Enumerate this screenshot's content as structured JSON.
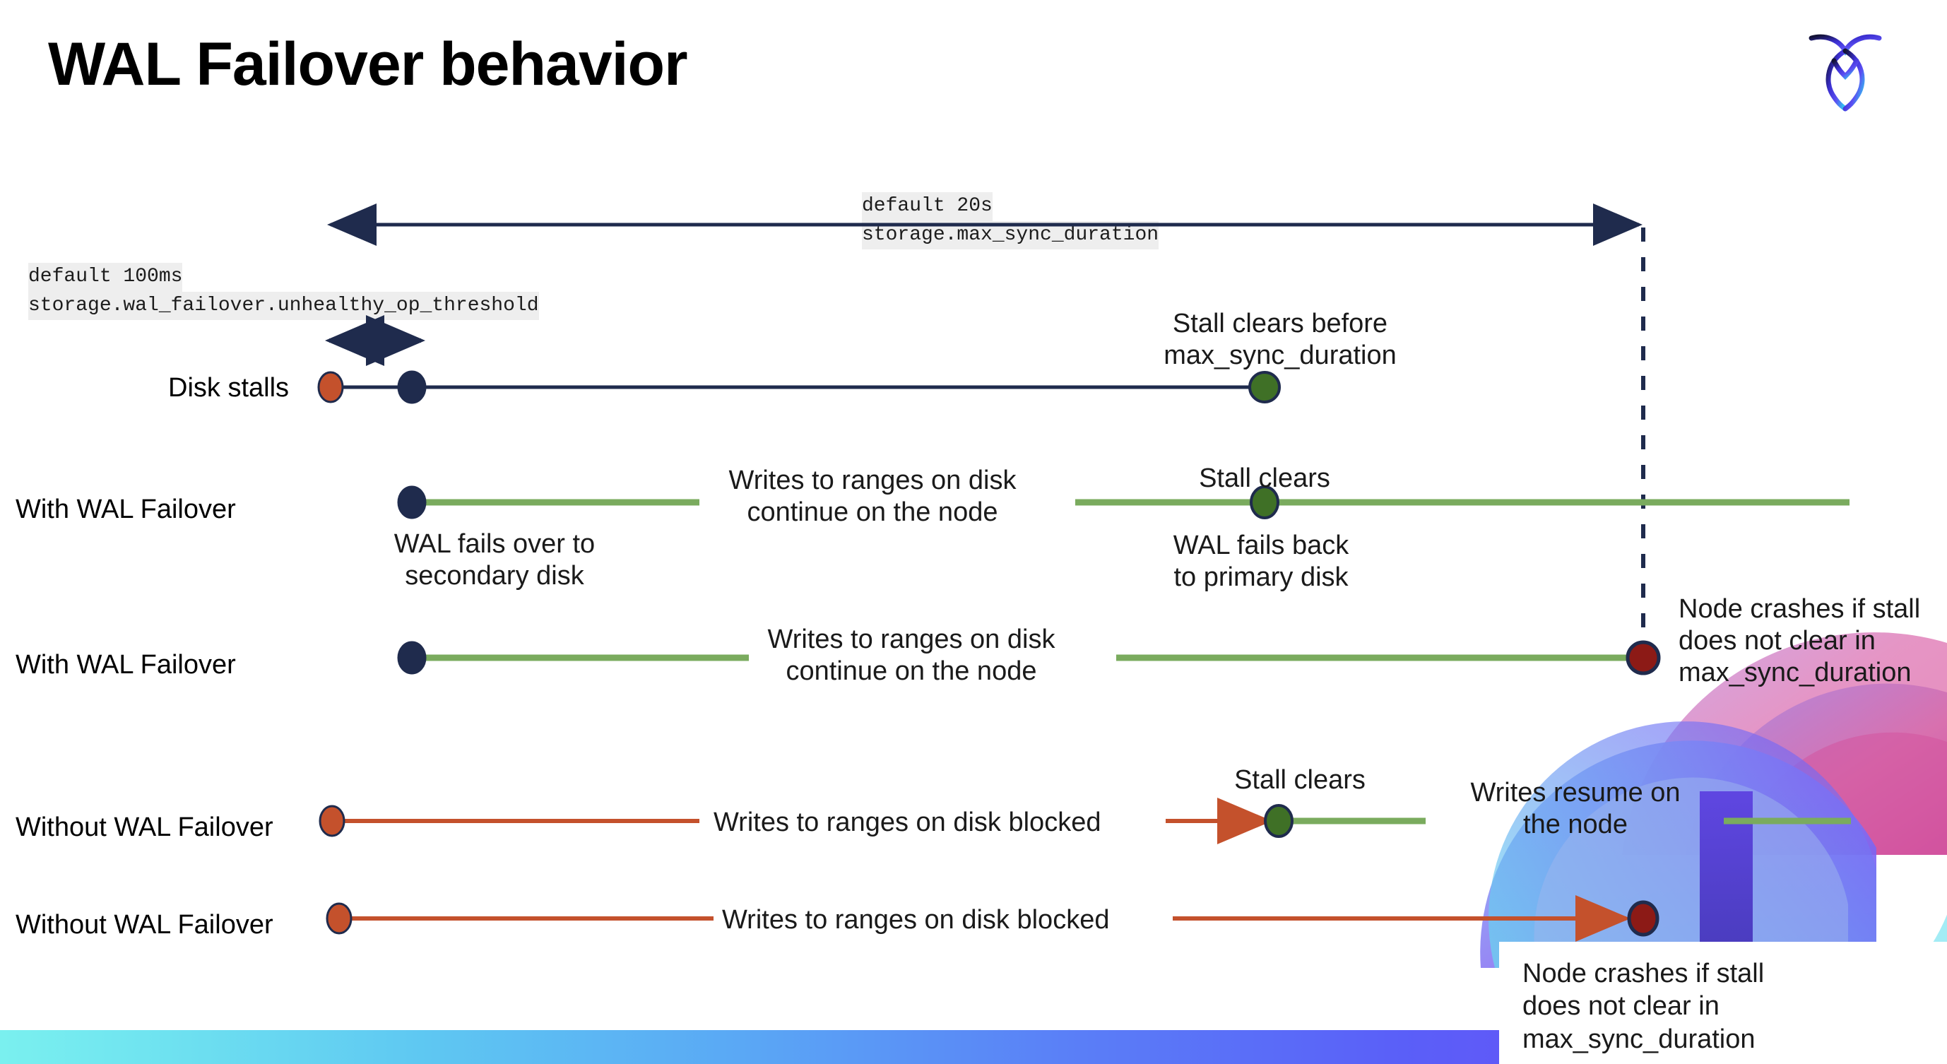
{
  "slide": {
    "title": "WAL Failover behavior",
    "logo_name": "cockroachdb-logo"
  },
  "settings": {
    "unhealthy_op_threshold": {
      "default_label": "default 100ms",
      "setting_name": "storage.wal_failover.unhealthy_op_threshold"
    },
    "max_sync_duration": {
      "default_label": "default 20s",
      "setting_name": "storage.max_sync_duration"
    }
  },
  "rows": {
    "disk_stalls": {
      "label": "Disk stalls",
      "note": "Stall clears before\nmax_sync_duration",
      "note_line1": "Stall clears before",
      "note_line2": "max_sync_duration"
    },
    "with_failover_clears": {
      "label": "With WAL Failover",
      "note_failover_line1": "WAL fails over to",
      "note_failover_line2": "secondary disk",
      "note_writes_line1": "Writes to ranges on disk",
      "note_writes_line2": "continue on the node",
      "note_stall_clears": "Stall clears",
      "note_failback_line1": "WAL fails  back",
      "note_failback_line2": "to primary disk"
    },
    "with_failover_crash": {
      "label": "With WAL Failover",
      "note_writes_line1": "Writes to ranges on disk",
      "note_writes_line2": "continue on the node",
      "note_crash_line1": "Node crashes if stall",
      "note_crash_line2": "does not clear in",
      "note_crash_line3": "max_sync_duration"
    },
    "without_failover_clears": {
      "label": "Without WAL Failover",
      "note_blocked": "Writes to ranges on disk  blocked",
      "note_stall_clears": "Stall clears",
      "note_resume_line1": "Writes resume on",
      "note_resume_line2": "the node"
    },
    "without_failover_crash": {
      "label": "Without WAL Failover",
      "note_blocked": "Writes to ranges on disk  blocked",
      "note_crash_line1": "Node crashes if stall",
      "note_crash_line2": "does not clear in",
      "note_crash_line3": "max_sync_duration"
    }
  },
  "colors": {
    "navy": "#1f2b4d",
    "green_line": "#7aab5e",
    "green_dot": "#3f7026",
    "orange": "#c4512c",
    "dark_red": "#8c1a16",
    "code_bg": "#eeeeee",
    "bar_gradient_start": "#7af0ef",
    "bar_gradient_end": "#7a4ef5"
  },
  "legend_markers": {
    "stall_start_icon": "orange-dot",
    "failover_icon": "navy-dot",
    "stall_clear_icon": "green-dot",
    "node_crash_icon": "dark-red-dot"
  }
}
